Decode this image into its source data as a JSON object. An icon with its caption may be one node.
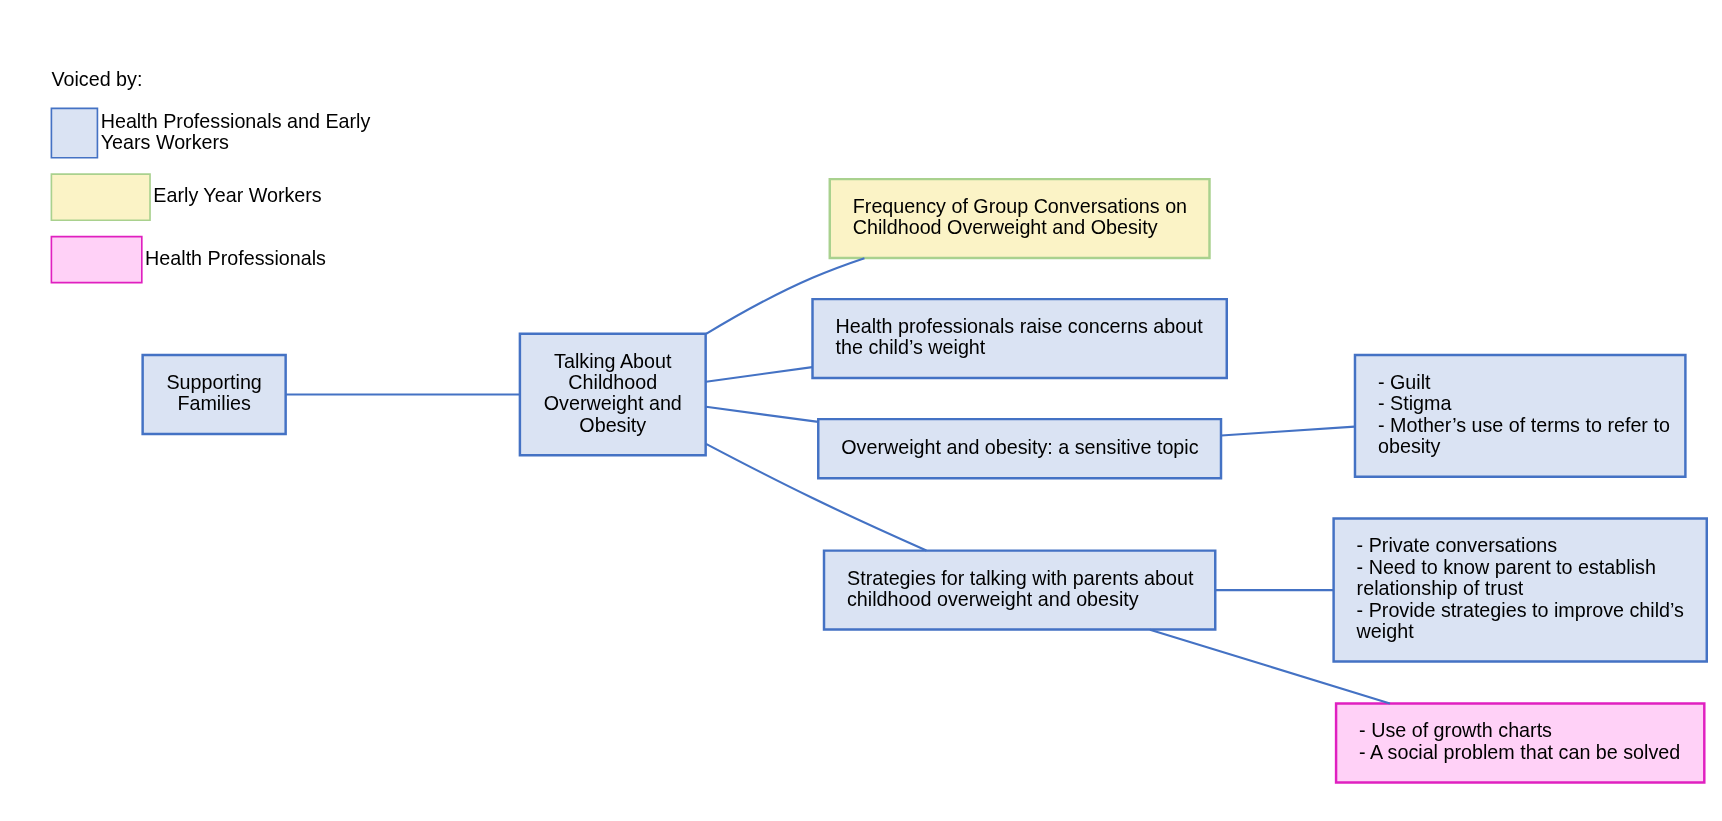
{
  "diagram": {
    "nodes": [
      {
        "text": [
          "Supporting Families"
        ]
      },
      {
        "text": [
          "Talking About Childhood Overweight and Obesity"
        ]
      },
      {
        "text": [
          "Frequency of Group Conversations on Childhood Overweight and Obesity"
        ]
      },
      {
        "text": [
          "Health professionals raise concerns about the child’s weight"
        ]
      },
      {
        "text": [
          "Overweight and obesity: a sensitive topic"
        ]
      },
      {
        "text": [
          "- Guilt",
          "- Stigma",
          "- Mother’s use of terms to refer to obesity"
        ]
      },
      {
        "text": [
          "Strategies for talking with parents about childhood overweight and obesity"
        ]
      },
      {
        "text": [
          "- Private conversations",
          "- Need to know parent to establish relationship of trust",
          "- Provide strategies to improve child’s weight"
        ]
      },
      {
        "text": [
          "- Use of growth charts",
          "- A social problem that can be solved"
        ]
      }
    ],
    "edges": [
      {
        "from": 0,
        "to": 1,
        "arrow": "none"
      },
      {
        "from": 1,
        "to": 2,
        "arrow": "none"
      },
      {
        "from": 1,
        "to": 3,
        "arrow": "none"
      },
      {
        "from": 1,
        "to": 4,
        "arrow": "none"
      },
      {
        "from": 1,
        "to": 6,
        "arrow": "none"
      },
      {
        "from": 4,
        "to": 5,
        "arrow": "none"
      },
      {
        "from": 6,
        "to": 7,
        "arrow": "none"
      },
      {
        "from": 6,
        "to": 8,
        "arrow": "none"
      }
    ],
    "labels": [
      "Voiced by:"
    ],
    "legend": [
      {
        "text": "Health Professionals and Early Years Workers",
        "color": "#dae3f3"
      },
      {
        "text": "Early Year Workers",
        "color": "#fbf3c6"
      },
      {
        "text": "Health Professionals",
        "color": "#ffd1f7"
      }
    ]
  }
}
